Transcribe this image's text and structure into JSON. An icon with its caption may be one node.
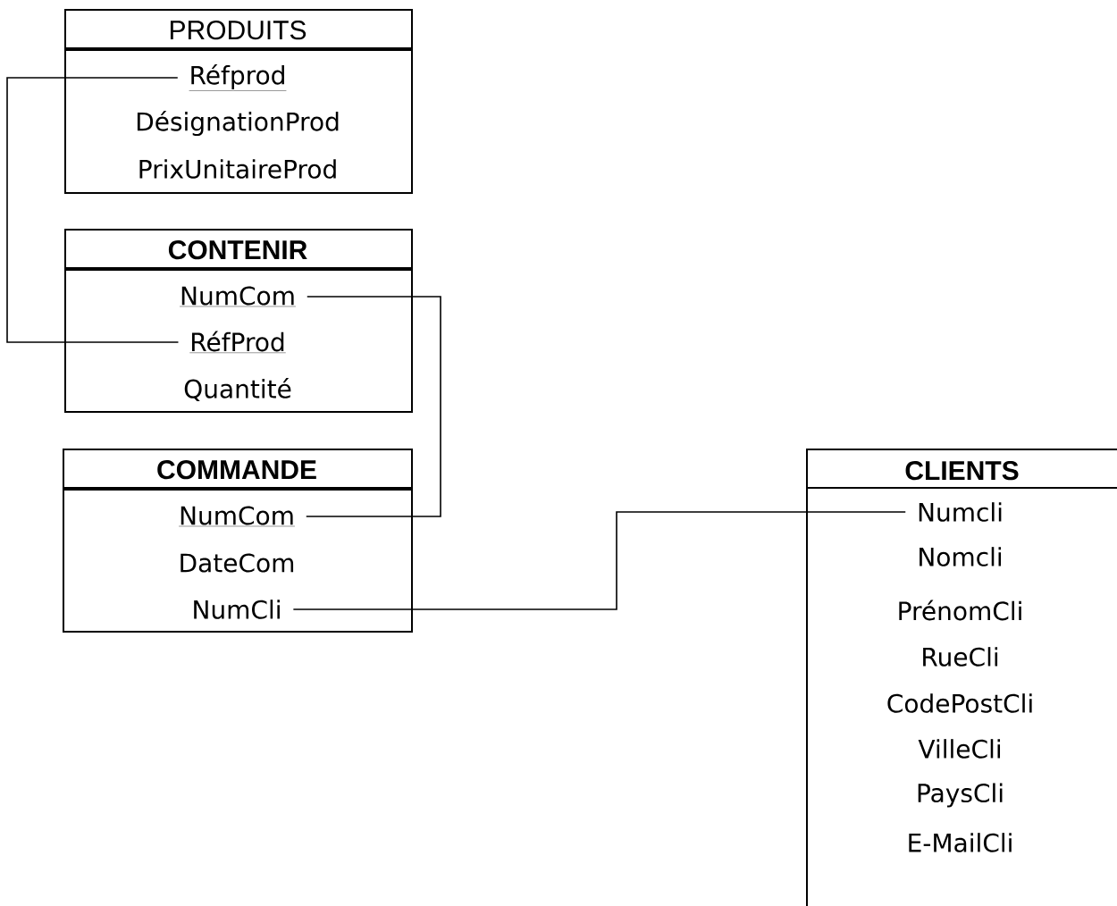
{
  "diagram": {
    "nodes": [
      {
        "text": [
          "PRODUITS"
        ]
      },
      {
        "text": [
          "Réfprod"
        ],
        "in": 0
      },
      {
        "text": [
          "DésignationProd"
        ],
        "in": 0
      },
      {
        "text": [
          "PrixUnitaireProd"
        ],
        "in": 0
      },
      {
        "text": [
          "CONTENIR"
        ]
      },
      {
        "text": [
          "NumCom"
        ],
        "in": 4
      },
      {
        "text": [
          "RéfProd"
        ],
        "in": 4
      },
      {
        "text": [
          "Quantité"
        ],
        "in": 4
      },
      {
        "text": [
          "COMMANDE"
        ]
      },
      {
        "text": [
          "NumCom"
        ],
        "in": 8
      },
      {
        "text": [
          "DateCom"
        ],
        "in": 8
      },
      {
        "text": [
          "NumCli"
        ],
        "in": 8
      },
      {
        "text": [
          "CLIENTS"
        ]
      },
      {
        "text": [
          "Numcli"
        ],
        "in": 12
      },
      {
        "text": [
          "Nomcli"
        ],
        "in": 12
      },
      {
        "text": [
          "PrénomCli"
        ],
        "in": 12
      },
      {
        "text": [
          "RueCli"
        ],
        "in": 12
      },
      {
        "text": [
          "CodePostCli"
        ],
        "in": 12
      },
      {
        "text": [
          "VilleCli"
        ],
        "in": 12
      },
      {
        "text": [
          "PaysCli"
        ],
        "in": 12
      },
      {
        "text": [
          "E-MailCli"
        ],
        "in": 12
      }
    ],
    "edges": [
      {
        "from": 1,
        "to": 6,
        "arrow": "none"
      },
      {
        "from": 5,
        "to": 9,
        "arrow": "none"
      },
      {
        "from": 11,
        "to": 13,
        "arrow": "none"
      }
    ]
  }
}
